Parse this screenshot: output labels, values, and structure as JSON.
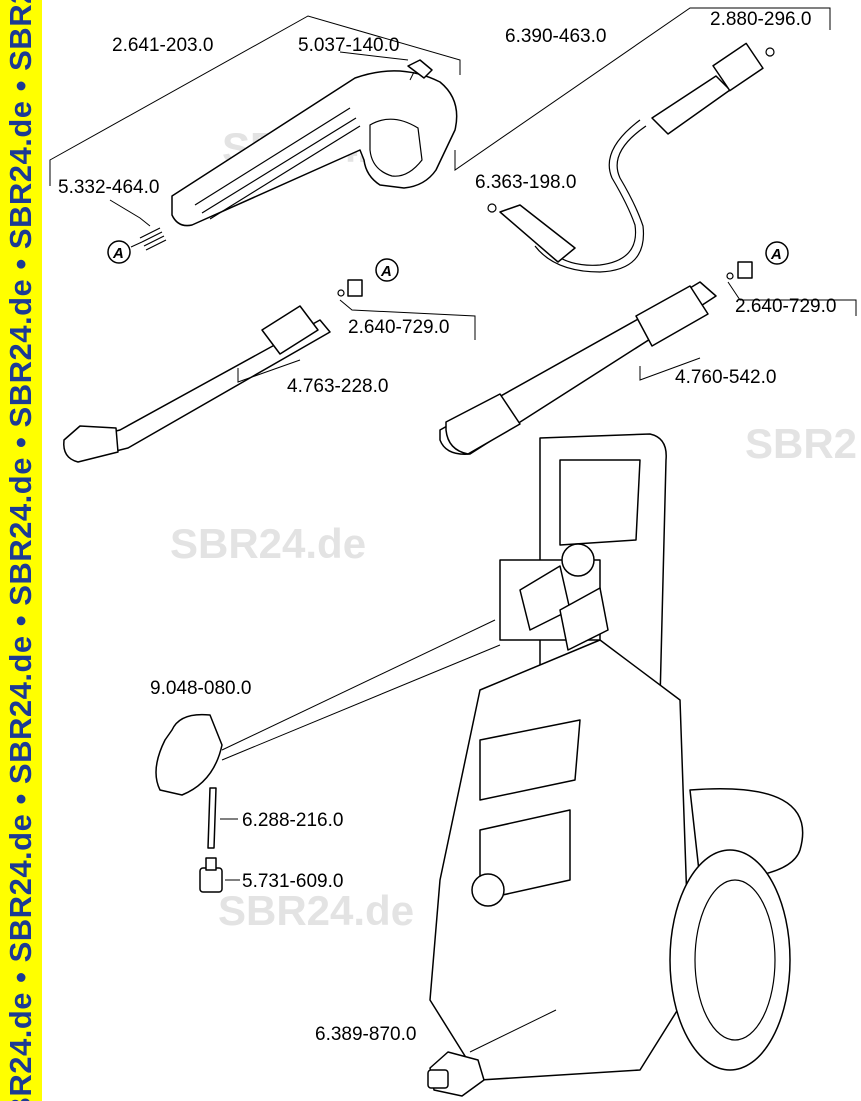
{
  "banner": {
    "text": "SBR24.de • SBR24.de • SBR24.de • SBR24.de • SBR24.de • SBR24.de • SBR24.",
    "background": "#ffff00",
    "text_color": "#1c3a94"
  },
  "watermark": {
    "text_1": "SBR24.de",
    "text_2": "SBR24.de",
    "text_3": "SBR24.de",
    "text_4": "SBR2"
  },
  "callout_marker": "A",
  "parts": {
    "gun": "2.641-203.0",
    "trigger_lock": "5.037-140.0",
    "spring": "5.332-464.0",
    "hose": "6.390-463.0",
    "hose_oring": "2.880-296.0",
    "small_oring": "6.363-198.0",
    "lance_oring": "2.640-729.0",
    "vario_oring": "2.640-729.0",
    "dirt_blaster": "4.763-228.0",
    "vario_lance": "4.760-542.0",
    "knob_cap": "9.048-080.0",
    "tube": "6.288-216.0",
    "nozzle": "5.731-609.0",
    "coupling": "6.389-870.0"
  }
}
